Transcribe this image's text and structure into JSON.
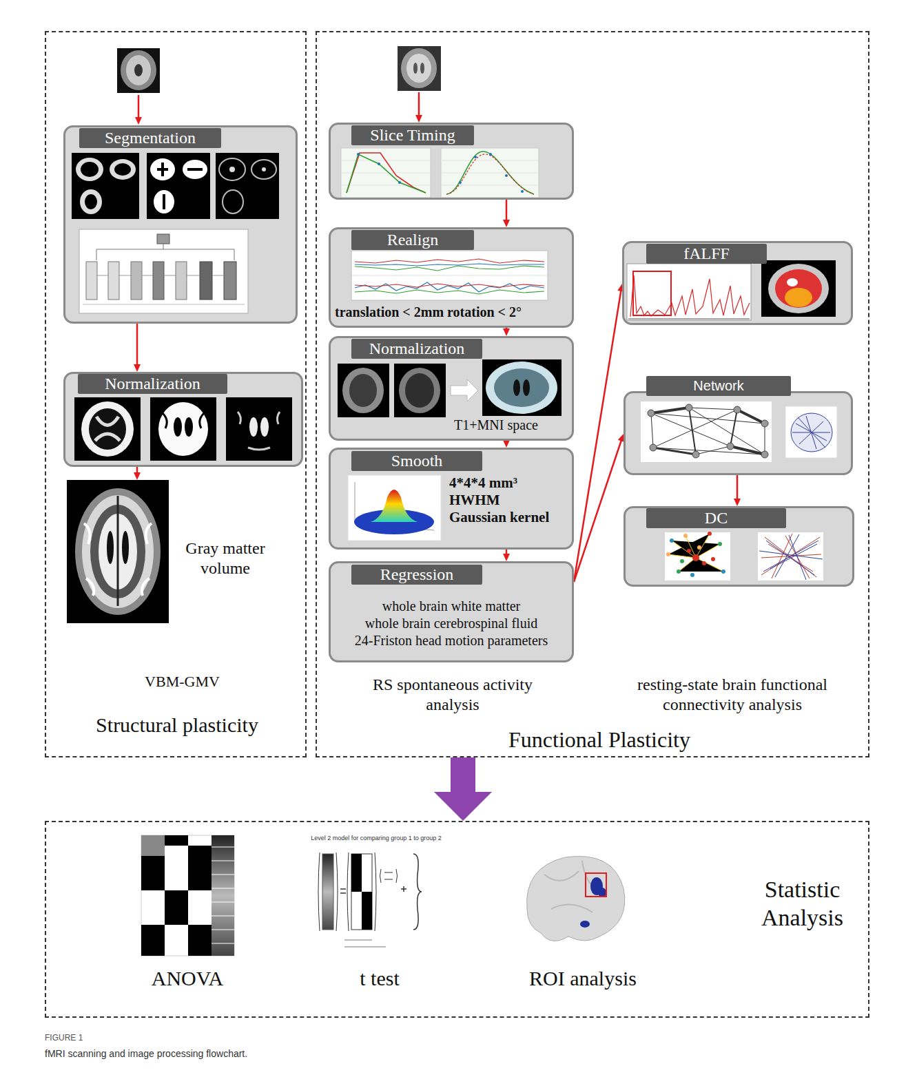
{
  "diagram": {
    "caption": "fMRI scanning and image processing flowchart.",
    "nodes": [
      {
        "text": [
          "VBM-GMV",
          "Structural plasticity"
        ]
      },
      {
        "text": [
          "Segmentation"
        ],
        "in": 0
      },
      {
        "text": [
          "Normalization"
        ],
        "in": 0
      },
      {
        "text": [
          "Gray matter volume"
        ],
        "in": 0
      },
      {
        "text": [
          "RS spontaneous activity analysis",
          "resting-state brain functional connectivity analysis",
          "Functional Plasticity"
        ]
      },
      {
        "text": [
          "Slice Timing"
        ],
        "in": 4
      },
      {
        "text": [
          "Realign",
          "translation < 2mm rotation < 2°"
        ],
        "in": 4
      },
      {
        "text": [
          "Normalization",
          "T1+MNI space"
        ],
        "in": 4
      },
      {
        "text": [
          "Smooth",
          "4*4*4 mm³ HWHM Gaussian kernel"
        ],
        "in": 4
      },
      {
        "text": [
          "Regression",
          "whole brain white matter",
          "whole brain cerebrospinal fluid",
          "24-Friston head motion parameters"
        ],
        "in": 4
      },
      {
        "text": [
          "fALFF"
        ],
        "in": 4
      },
      {
        "text": [
          "Network"
        ],
        "in": 4
      },
      {
        "text": [
          "DC"
        ],
        "in": 4
      },
      {
        "text": [
          "Statistic Analysis"
        ]
      }
    ],
    "edges": [
      {
        "from": 1,
        "to": 2,
        "arrow": "to"
      },
      {
        "from": 2,
        "to": 3,
        "arrow": "to"
      },
      {
        "from": 5,
        "to": 6,
        "arrow": "to"
      },
      {
        "from": 6,
        "to": 7,
        "arrow": "to"
      },
      {
        "from": 7,
        "to": 8,
        "arrow": "to"
      },
      {
        "from": 8,
        "to": 9,
        "arrow": "to"
      },
      {
        "from": 9,
        "to": 10,
        "arrow": "to"
      },
      {
        "from": 9,
        "to": 11,
        "arrow": "to"
      },
      {
        "from": 11,
        "to": 12,
        "arrow": "to"
      },
      {
        "from": 4,
        "to": 13,
        "arrow": "to"
      }
    ],
    "labels": [
      "ANOVA",
      "t test",
      "ROI analysis",
      "Level 2 model for comparing group 1 to group 2",
      "FIGURE 1"
    ]
  }
}
